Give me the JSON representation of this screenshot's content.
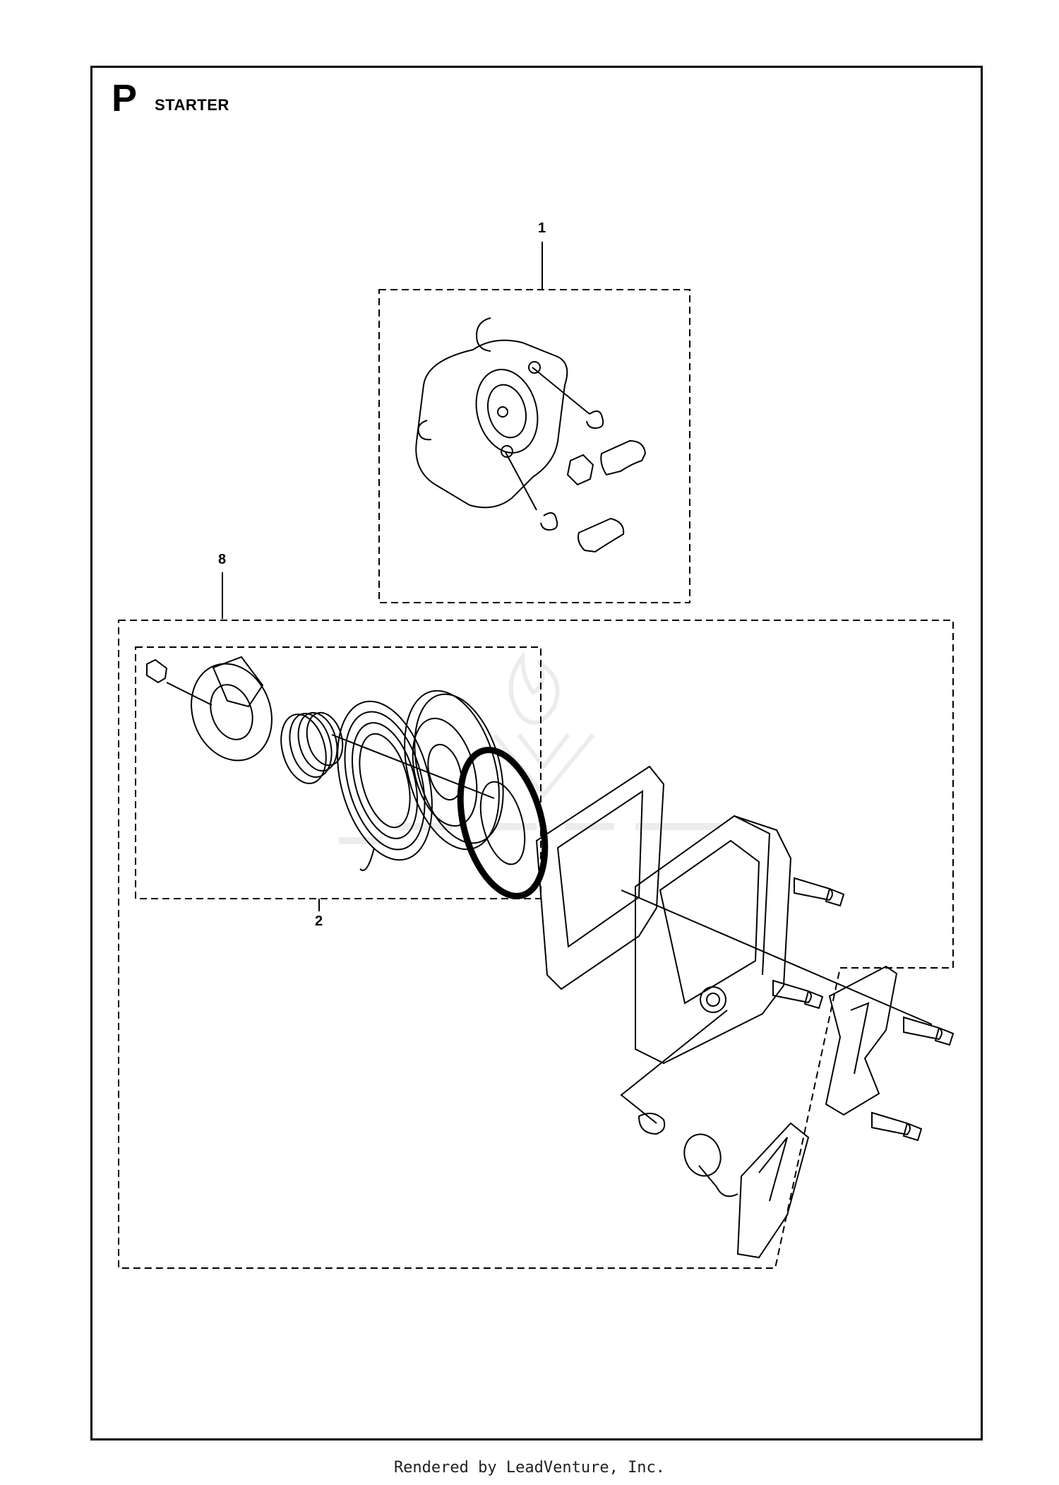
{
  "header": {
    "letter": "P",
    "title": "STARTER"
  },
  "callouts": [
    {
      "id": "1",
      "label": "1"
    },
    {
      "id": "8",
      "label": "8"
    },
    {
      "id": "2",
      "label": "2"
    }
  ],
  "footer": {
    "text": "Rendered by LeadVenture, Inc."
  },
  "colors": {
    "ink": "#000000",
    "watermark": "#e8e8e8"
  }
}
